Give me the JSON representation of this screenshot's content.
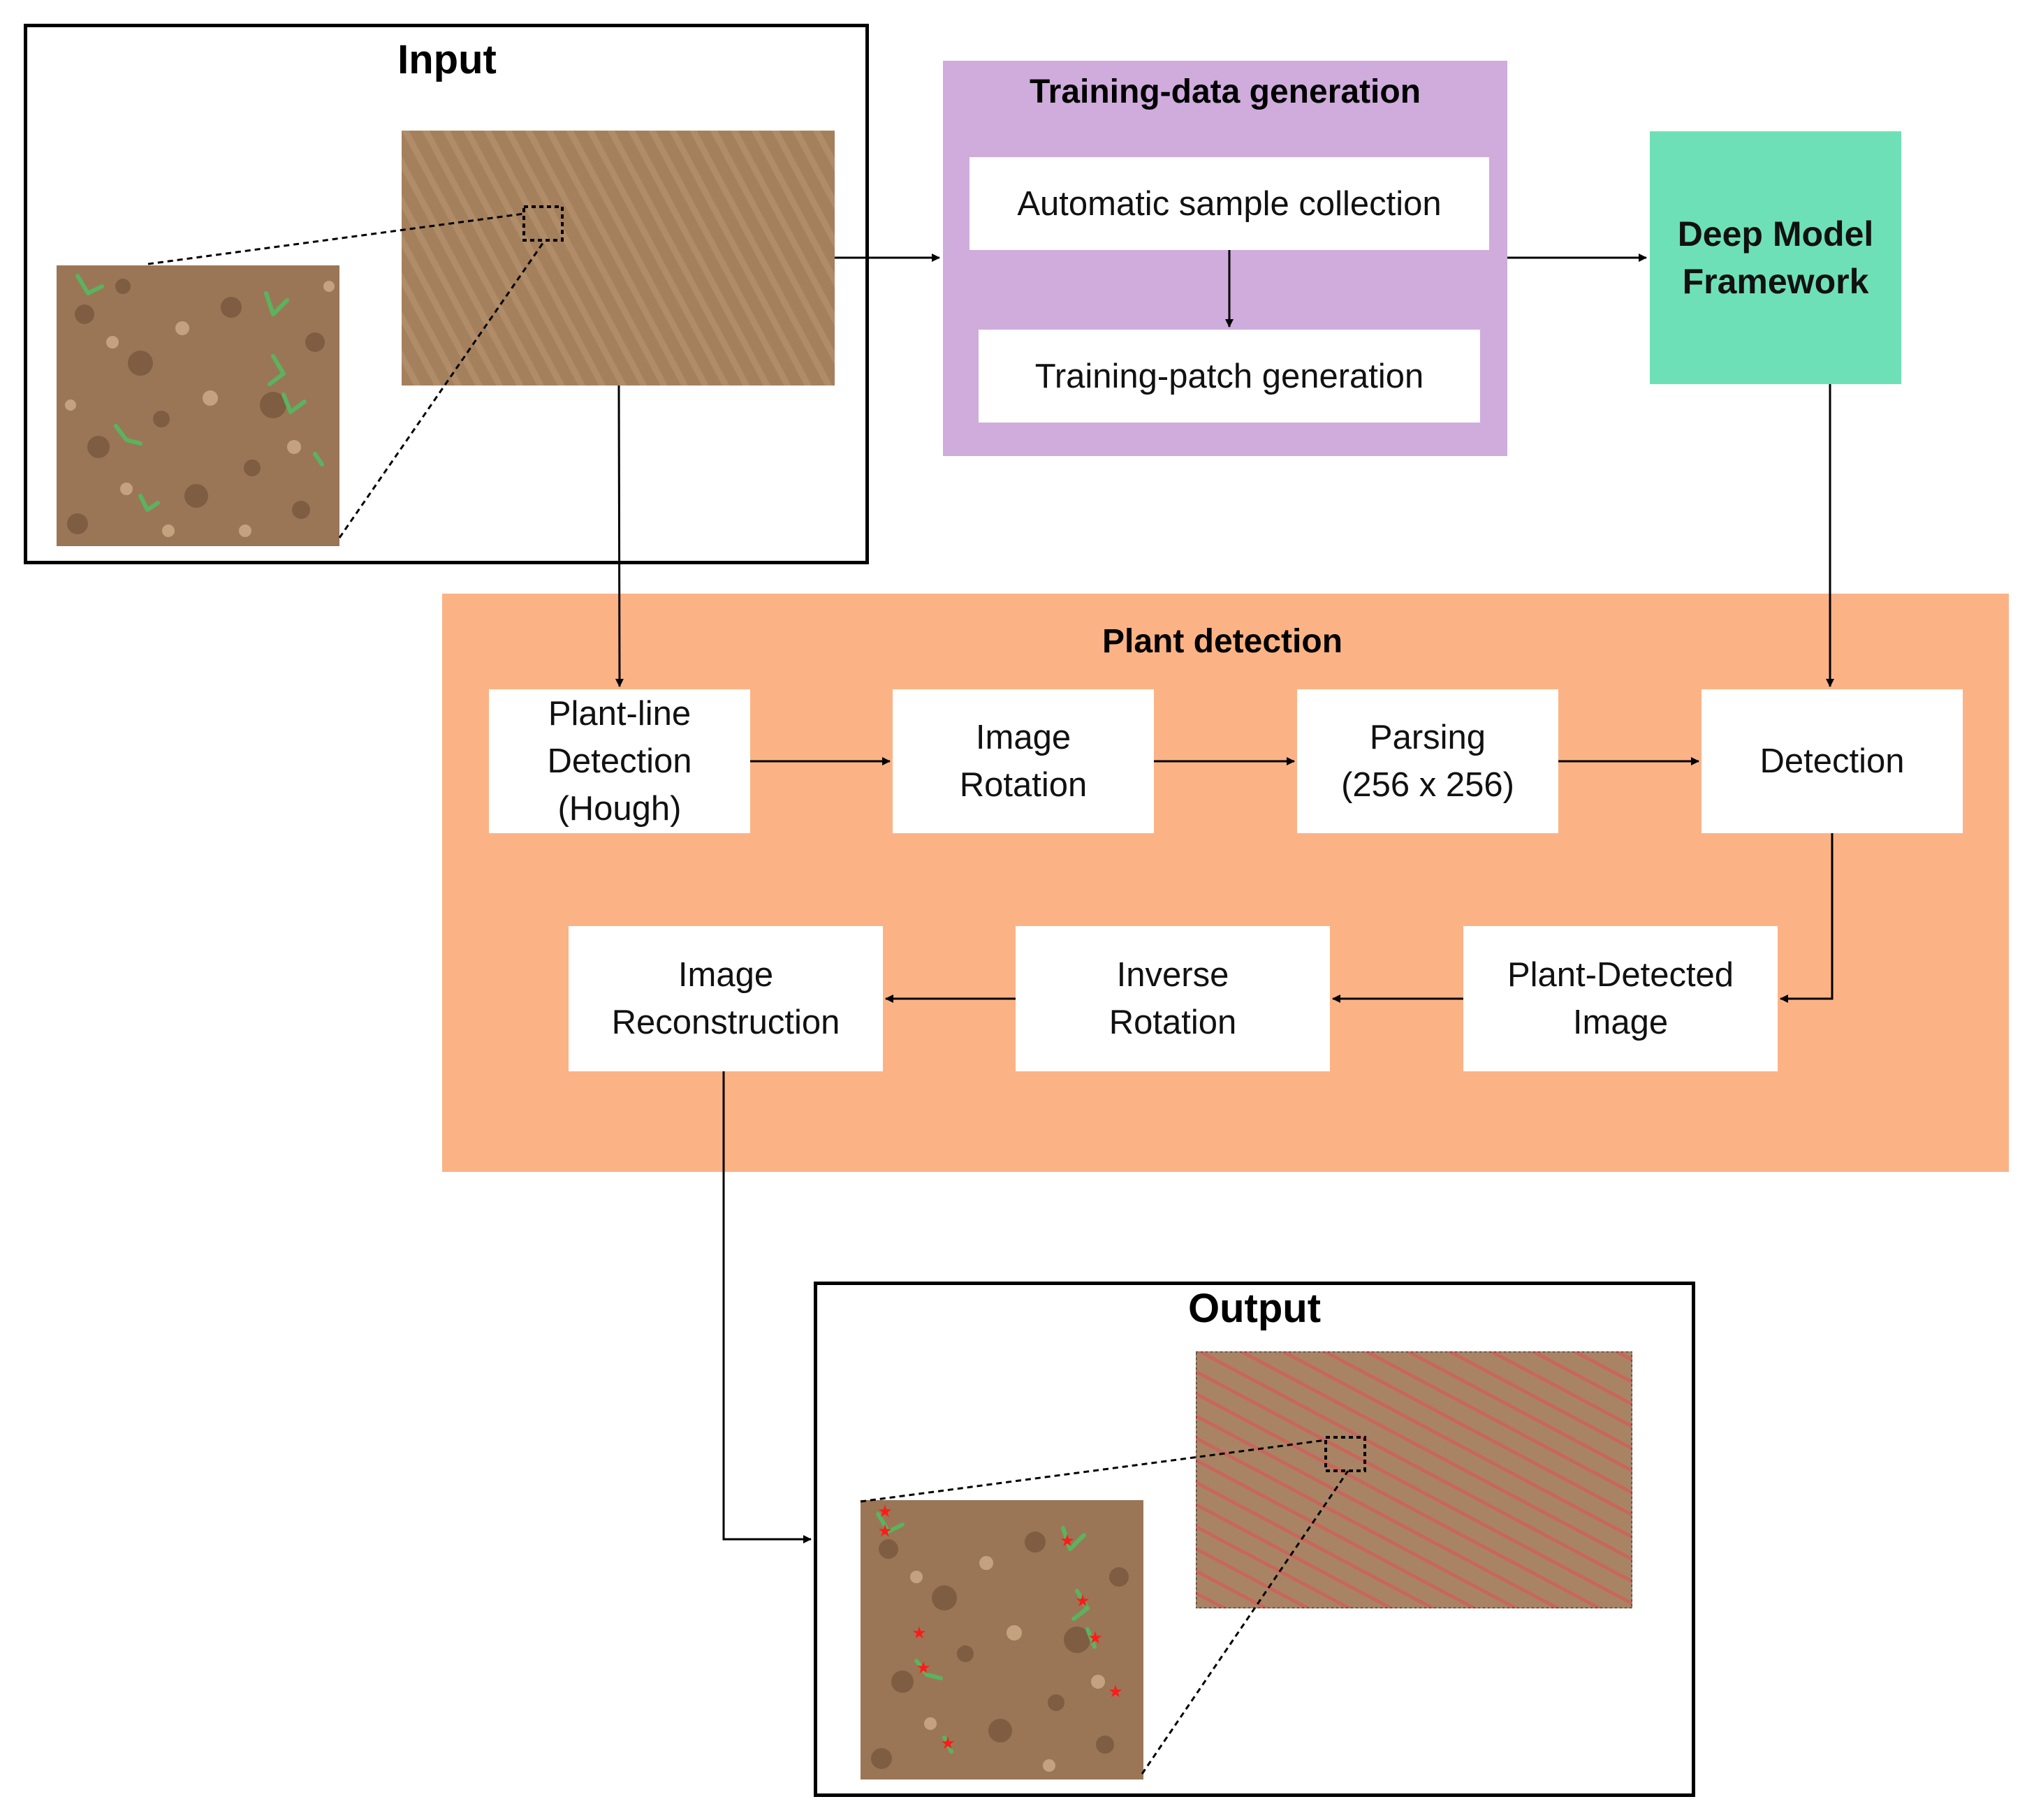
{
  "input": {
    "title": "Input"
  },
  "training": {
    "title": "Training-data generation",
    "step1": "Automatic sample collection",
    "step2": "Training-patch generation",
    "color": "#cfacdc"
  },
  "model": {
    "line1": "Deep Model",
    "line2": "Framework",
    "color": "#6ee0b8"
  },
  "detection": {
    "title": "Plant detection",
    "color": "#fbb386",
    "plant_line": [
      "Plant-line",
      "Detection",
      "(Hough)"
    ],
    "rotation": [
      "Image",
      "Rotation"
    ],
    "parsing": [
      "Parsing",
      "(256 x 256)"
    ],
    "detect": "Detection",
    "plant_detected": [
      "Plant-Detected",
      "Image"
    ],
    "inverse": [
      "Inverse",
      "Rotation"
    ],
    "reconstruction": [
      "Image",
      "Reconstruction"
    ]
  },
  "output": {
    "title": "Output"
  },
  "colors": {
    "soil": "#a07c5a",
    "plant": "#5bb35f",
    "marker": "#ff1a1a"
  }
}
